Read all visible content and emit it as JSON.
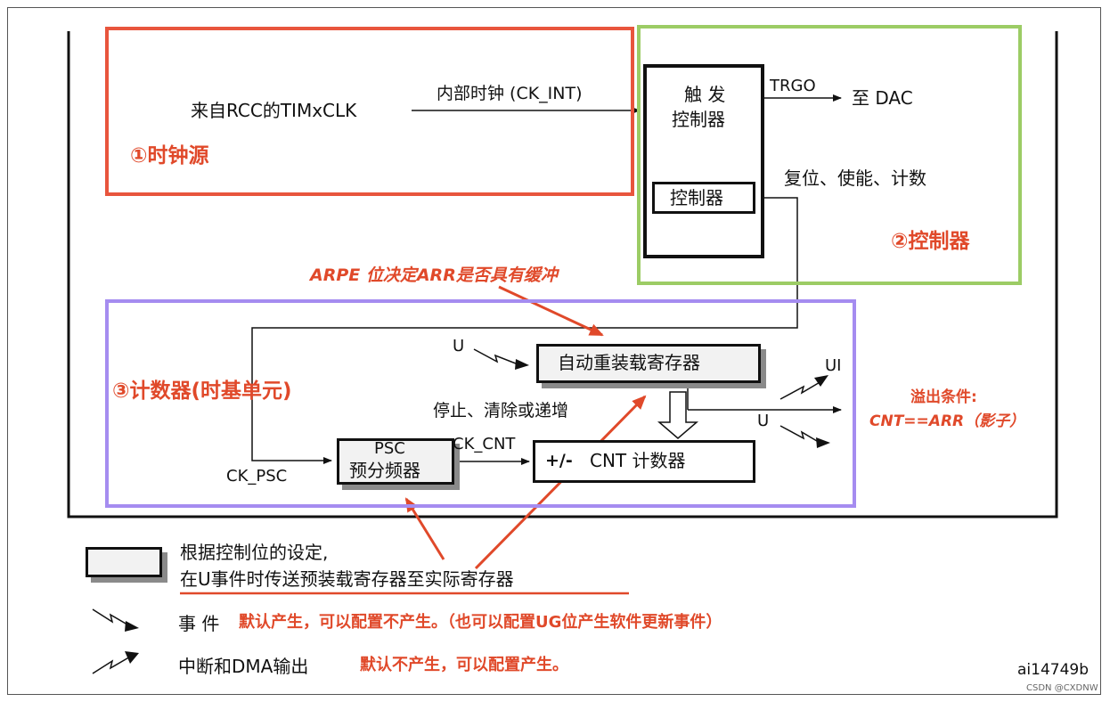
{
  "colors": {
    "clock_region": "#e8553d",
    "controller_region": "#9ccc65",
    "counter_region": "#a58cf0",
    "annotation": "#e0492a",
    "ink": "#111111"
  },
  "regions": {
    "clock": {
      "label": "①时钟源"
    },
    "controller": {
      "label": "②控制器"
    },
    "counter": {
      "label": "③计数器(时基单元)"
    }
  },
  "clock": {
    "source": "来自RCC的TIMxCLK",
    "internal": "内部时钟 (CK_INT)"
  },
  "trigger": {
    "title_line1": "触 发",
    "title_line2": "控制器",
    "inner": "控制器",
    "trgo": "TRGO",
    "to_dac": "至 DAC",
    "reset_enable_count": "复位、使能、计数"
  },
  "counter": {
    "arr_label": "自动重装载寄存器",
    "psc_line1": "PSC",
    "psc_line2": "预分频器",
    "cnt_sign": "+/-",
    "cnt_label": "CNT 计数器",
    "ck_psc": "CK_PSC",
    "ck_cnt": "CK_CNT",
    "stop_clear": "停止、清除或递增",
    "u_in": "U",
    "ui_out": "UI",
    "u_out": "U"
  },
  "annotations": {
    "arpe": "ARPE 位决定ARR是否具有缓冲",
    "overflow_line1": "溢出条件:",
    "overflow_line2": "CNT==ARR（影子）"
  },
  "legend": {
    "reg_line1": "根据控制位的设定,",
    "reg_line2": "在U事件时传送预装载寄存器至实际寄存器",
    "event_label": "事 件",
    "event_note": "默认产生，可以配置不产生。（也可以配置UG位产生软件更新事件）",
    "irq_label": "中断和DMA输出",
    "irq_note": "默认不产生，可以配置产生。"
  },
  "footer": {
    "figure_id": "ai14749b",
    "watermark": "CSDN @CXDNW"
  },
  "icons": {
    "event": "event-zigzag-icon",
    "interrupt": "interrupt-zigzag-icon"
  }
}
